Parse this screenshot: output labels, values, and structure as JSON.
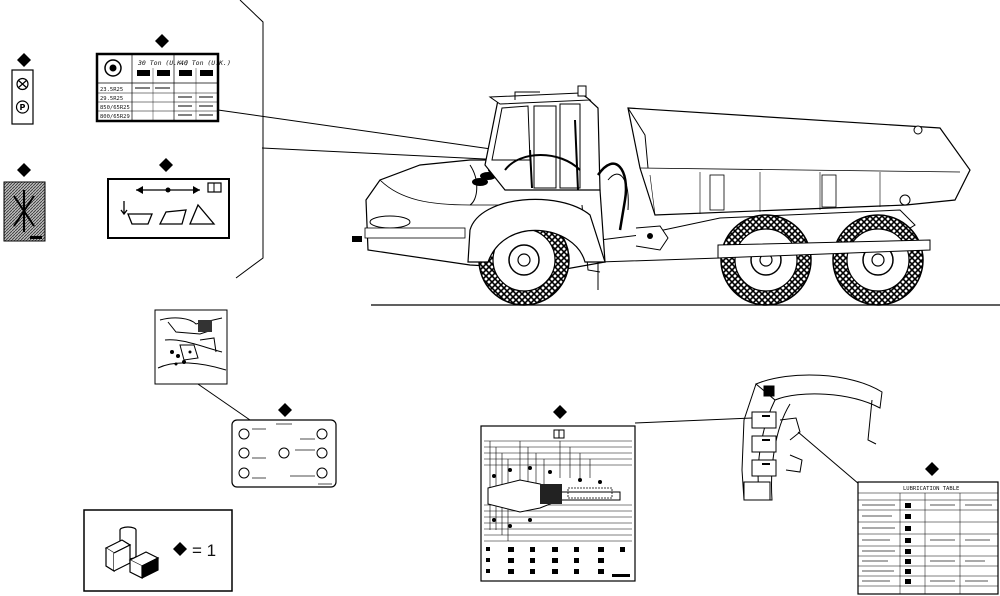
{
  "decal_tyre": {
    "col1": "30 Ton (U.K.)",
    "col2": "40 Ton (U.K.)",
    "rows": [
      "23.5R25",
      "29.5R25",
      "850/65R25",
      "800/65R29"
    ]
  },
  "lub_table": {
    "title": "LUBRICATION TABLE"
  },
  "legend": {
    "equals": "= 1"
  }
}
